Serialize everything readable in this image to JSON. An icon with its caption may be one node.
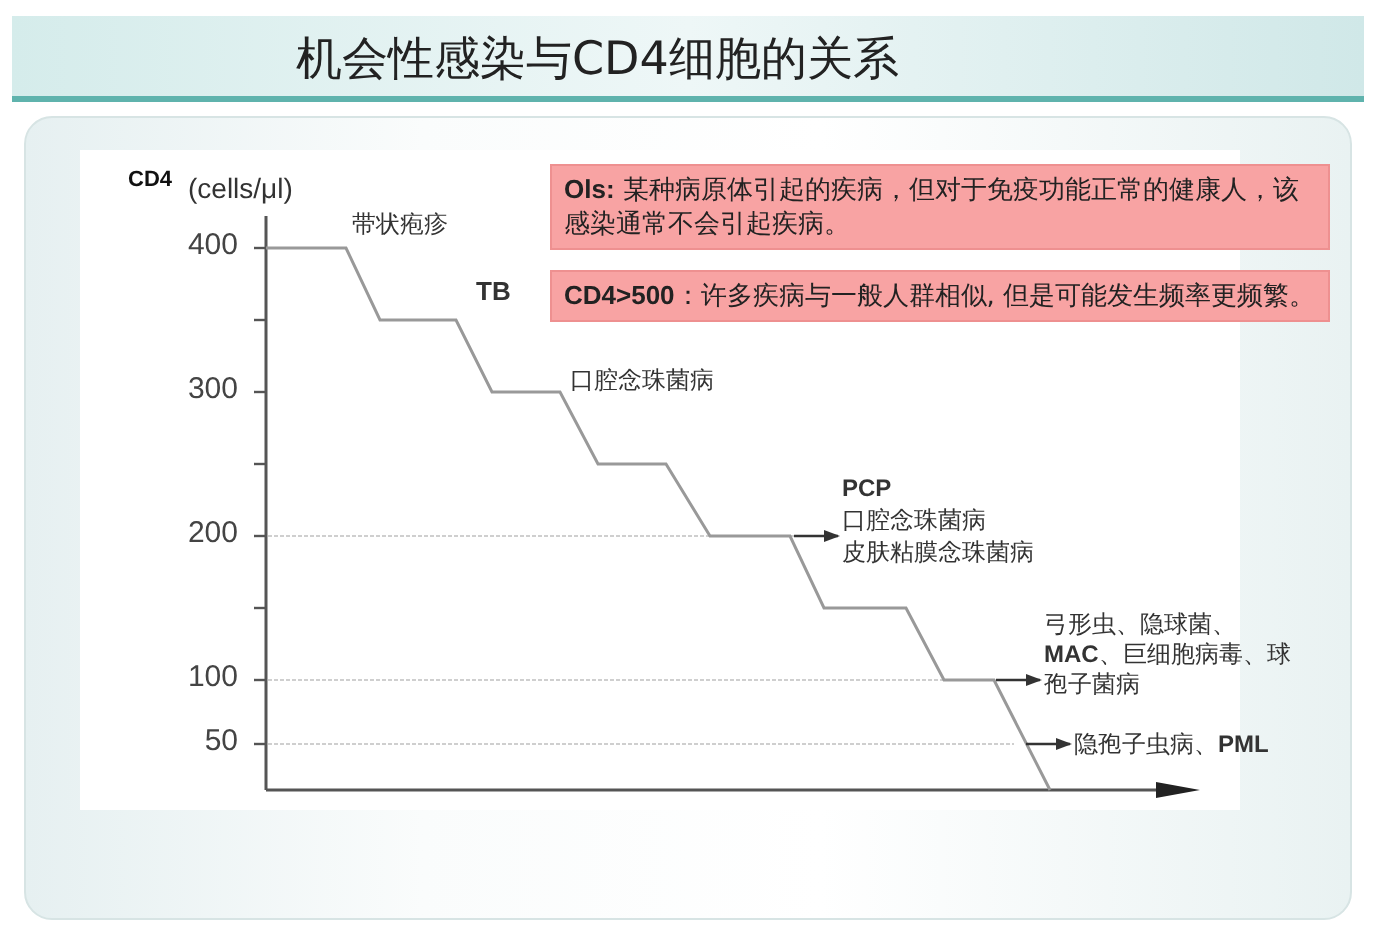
{
  "diagram": {
    "title": "机会性感染与CD4细胞的关系",
    "nodes": [
      {
        "text": [
          "**Ols:** 某种病原体引起的疾病，但对于免疫功能正常的健康人，该感染通常不会引起疾病。"
        ]
      },
      {
        "text": [
          "**CD4>500**：许多疾病与一般人群相似, 但是可能发生频率更频繁。"
        ]
      },
      {
        "text": [
          "PCP",
          "口腔念珠菌病",
          "皮肤粘膜念珠菌病"
        ]
      },
      {
        "text": [
          "弓形虫、隐球菌、**MAC**、巨细胞病毒、球孢子菌病"
        ]
      },
      {
        "text": [
          "隐孢子虫病、**PML**"
        ]
      }
    ],
    "edges": [
      {
        "from": null,
        "to": 2,
        "arrow": "to"
      },
      {
        "from": null,
        "to": 3,
        "arrow": "to"
      },
      {
        "from": null,
        "to": 4,
        "arrow": "to"
      }
    ],
    "labels": [
      "CD4",
      "(cells/μl)",
      "400",
      "300",
      "200",
      "100",
      "50",
      "带状疱疹",
      "TB",
      "口腔念珠菌病"
    ]
  }
}
